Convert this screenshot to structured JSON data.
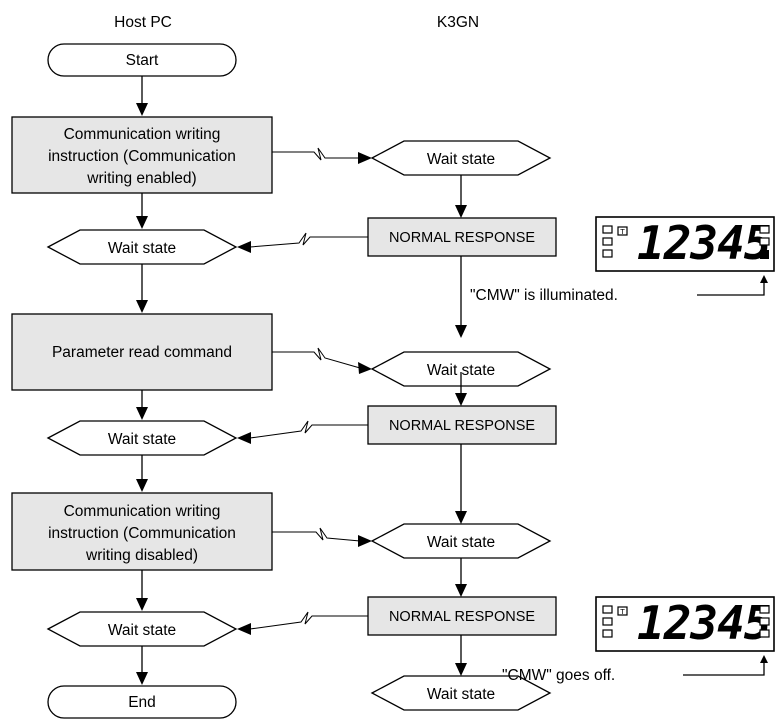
{
  "columns": {
    "host": "Host PC",
    "device": "K3GN"
  },
  "host_flow": {
    "start": "Start",
    "step1": [
      "Communication writing",
      "instruction (Communication",
      "writing enabled)"
    ],
    "wait1": "Wait state",
    "step2": "Parameter read command",
    "wait2": "Wait state",
    "step3": [
      "Communication writing",
      "instruction (Communication",
      "writing disabled)"
    ],
    "wait3": "Wait state",
    "end": "End"
  },
  "device_flow": {
    "wait1": "Wait state",
    "resp1": "NORMAL RESPONSE",
    "wait2": "Wait state",
    "resp2": "NORMAL RESPONSE",
    "wait3": "Wait state",
    "resp3": "NORMAL RESPONSE",
    "wait4": "Wait state"
  },
  "displays": [
    {
      "digits": "12345",
      "t_indicator": "T",
      "cmw_lit": true,
      "caption": "\"CMW\" is illuminated."
    },
    {
      "digits": "12345",
      "t_indicator": "T",
      "cmw_lit": false,
      "caption": "\"CMW\" goes off."
    }
  ]
}
